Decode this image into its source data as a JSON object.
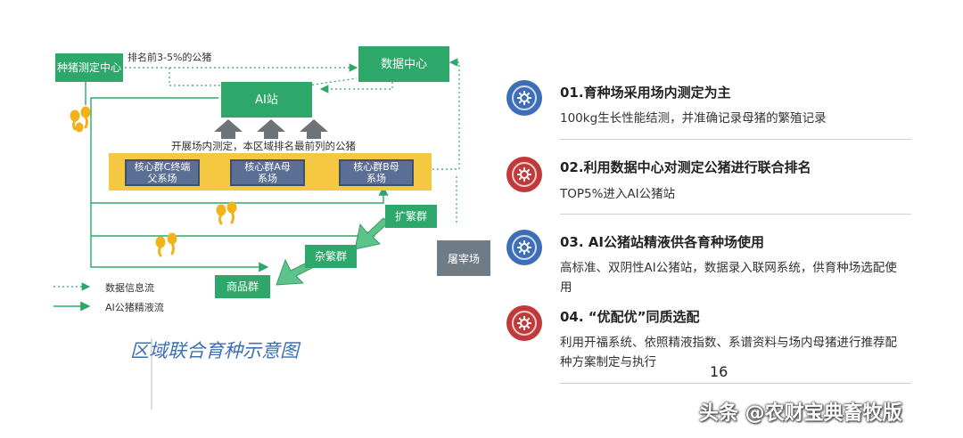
{
  "diagram": {
    "caption": "区域联合育种示意图",
    "nodes": {
      "testing_center": "种猪测定中心",
      "data_center": "数据中心",
      "ai_station": "AI站",
      "core_c": "核心群C终端父系场",
      "core_a": "核心群A母系场",
      "core_b": "核心群B母系场",
      "expansion": "扩繁群",
      "hybrid": "杂繁群",
      "commercial": "商品群",
      "slaughter": "屠宰场"
    },
    "labels": {
      "top_rank": "排名前3-5%的公猪",
      "onsite_test": "开展场内测定，本区域排名最前列的公猪"
    },
    "legend": {
      "data_flow": "数据信息流",
      "semen_flow": "AI公猪精液流"
    },
    "colors": {
      "green": "#2ea86a",
      "core_bg": "#f5c842",
      "slate": "#5b6f94",
      "blue": "#3d6fb8",
      "red": "#c0393b"
    }
  },
  "list": {
    "items": [
      {
        "title": "01.育种场采用场内测定为主",
        "desc": "100kg生长性能结测，并准确记录母猪的繁殖记录",
        "color": "blue"
      },
      {
        "title": "02.利用数据中心对测定公猪进行联合排名",
        "desc": "TOP5%进入AI公猪站",
        "color": "red"
      },
      {
        "title": "03. AI公猪站精液供各育种场使用",
        "desc": "高标准、双阴性AI公猪站，数据录入联网系统，供育种场选配使用",
        "color": "blue"
      },
      {
        "title": "04. “优配优”同质选配",
        "desc": "利用开福系统、依照精液指数、系谱资料与场内母猪进行推荐配种方案制定与执行",
        "color": "red"
      }
    ]
  },
  "page_number": "16",
  "watermark": "头条 @农财宝典畜牧版"
}
